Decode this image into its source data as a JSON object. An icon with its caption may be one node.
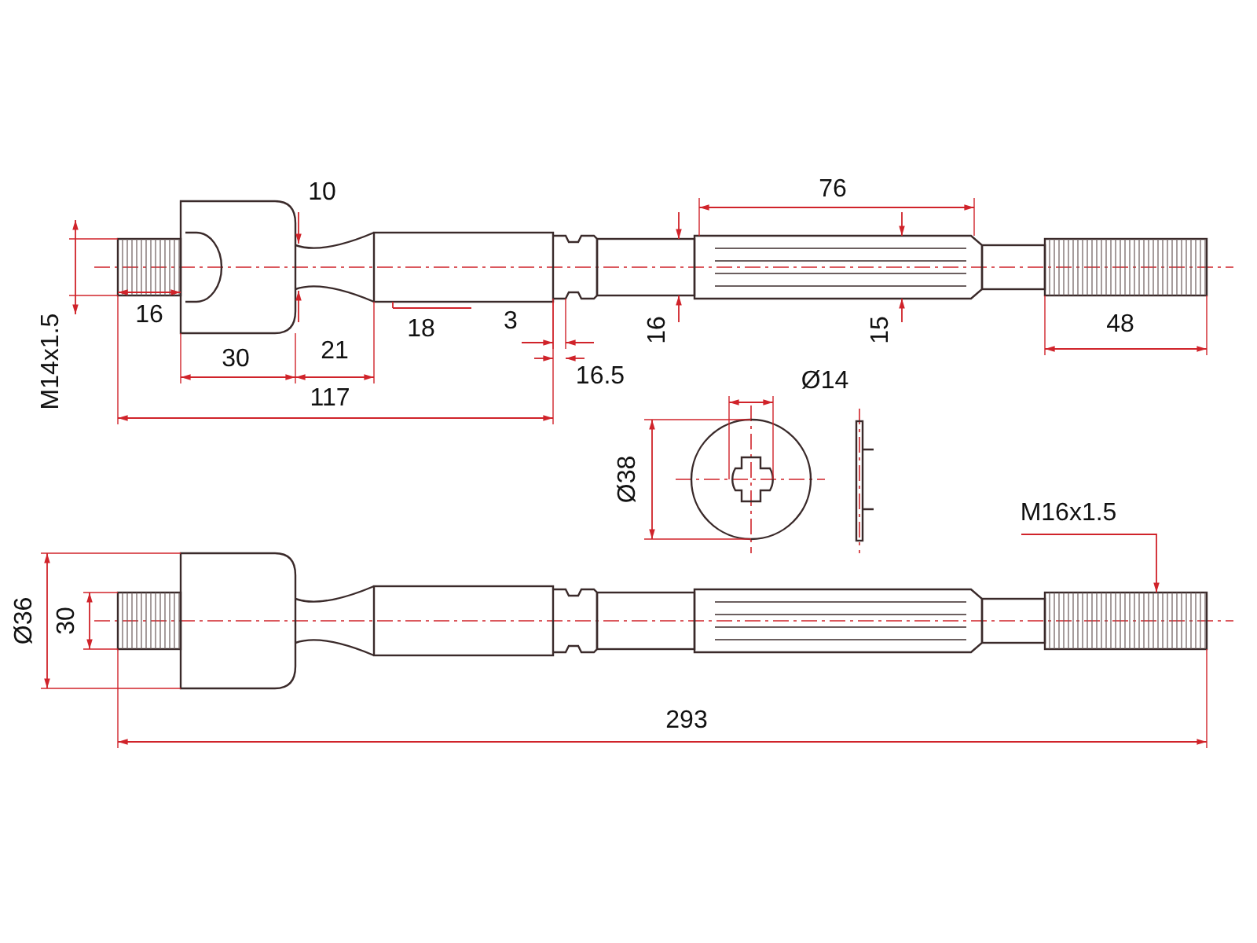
{
  "diagram": {
    "labels": [
      "10",
      "76",
      "M14x1.5",
      "16",
      "18",
      "3",
      "16",
      "15",
      "48",
      "30",
      "21",
      "117",
      "16.5",
      "Ø14",
      "Ø38",
      "M16x1.5",
      "Ø36",
      "30",
      "293"
    ]
  }
}
